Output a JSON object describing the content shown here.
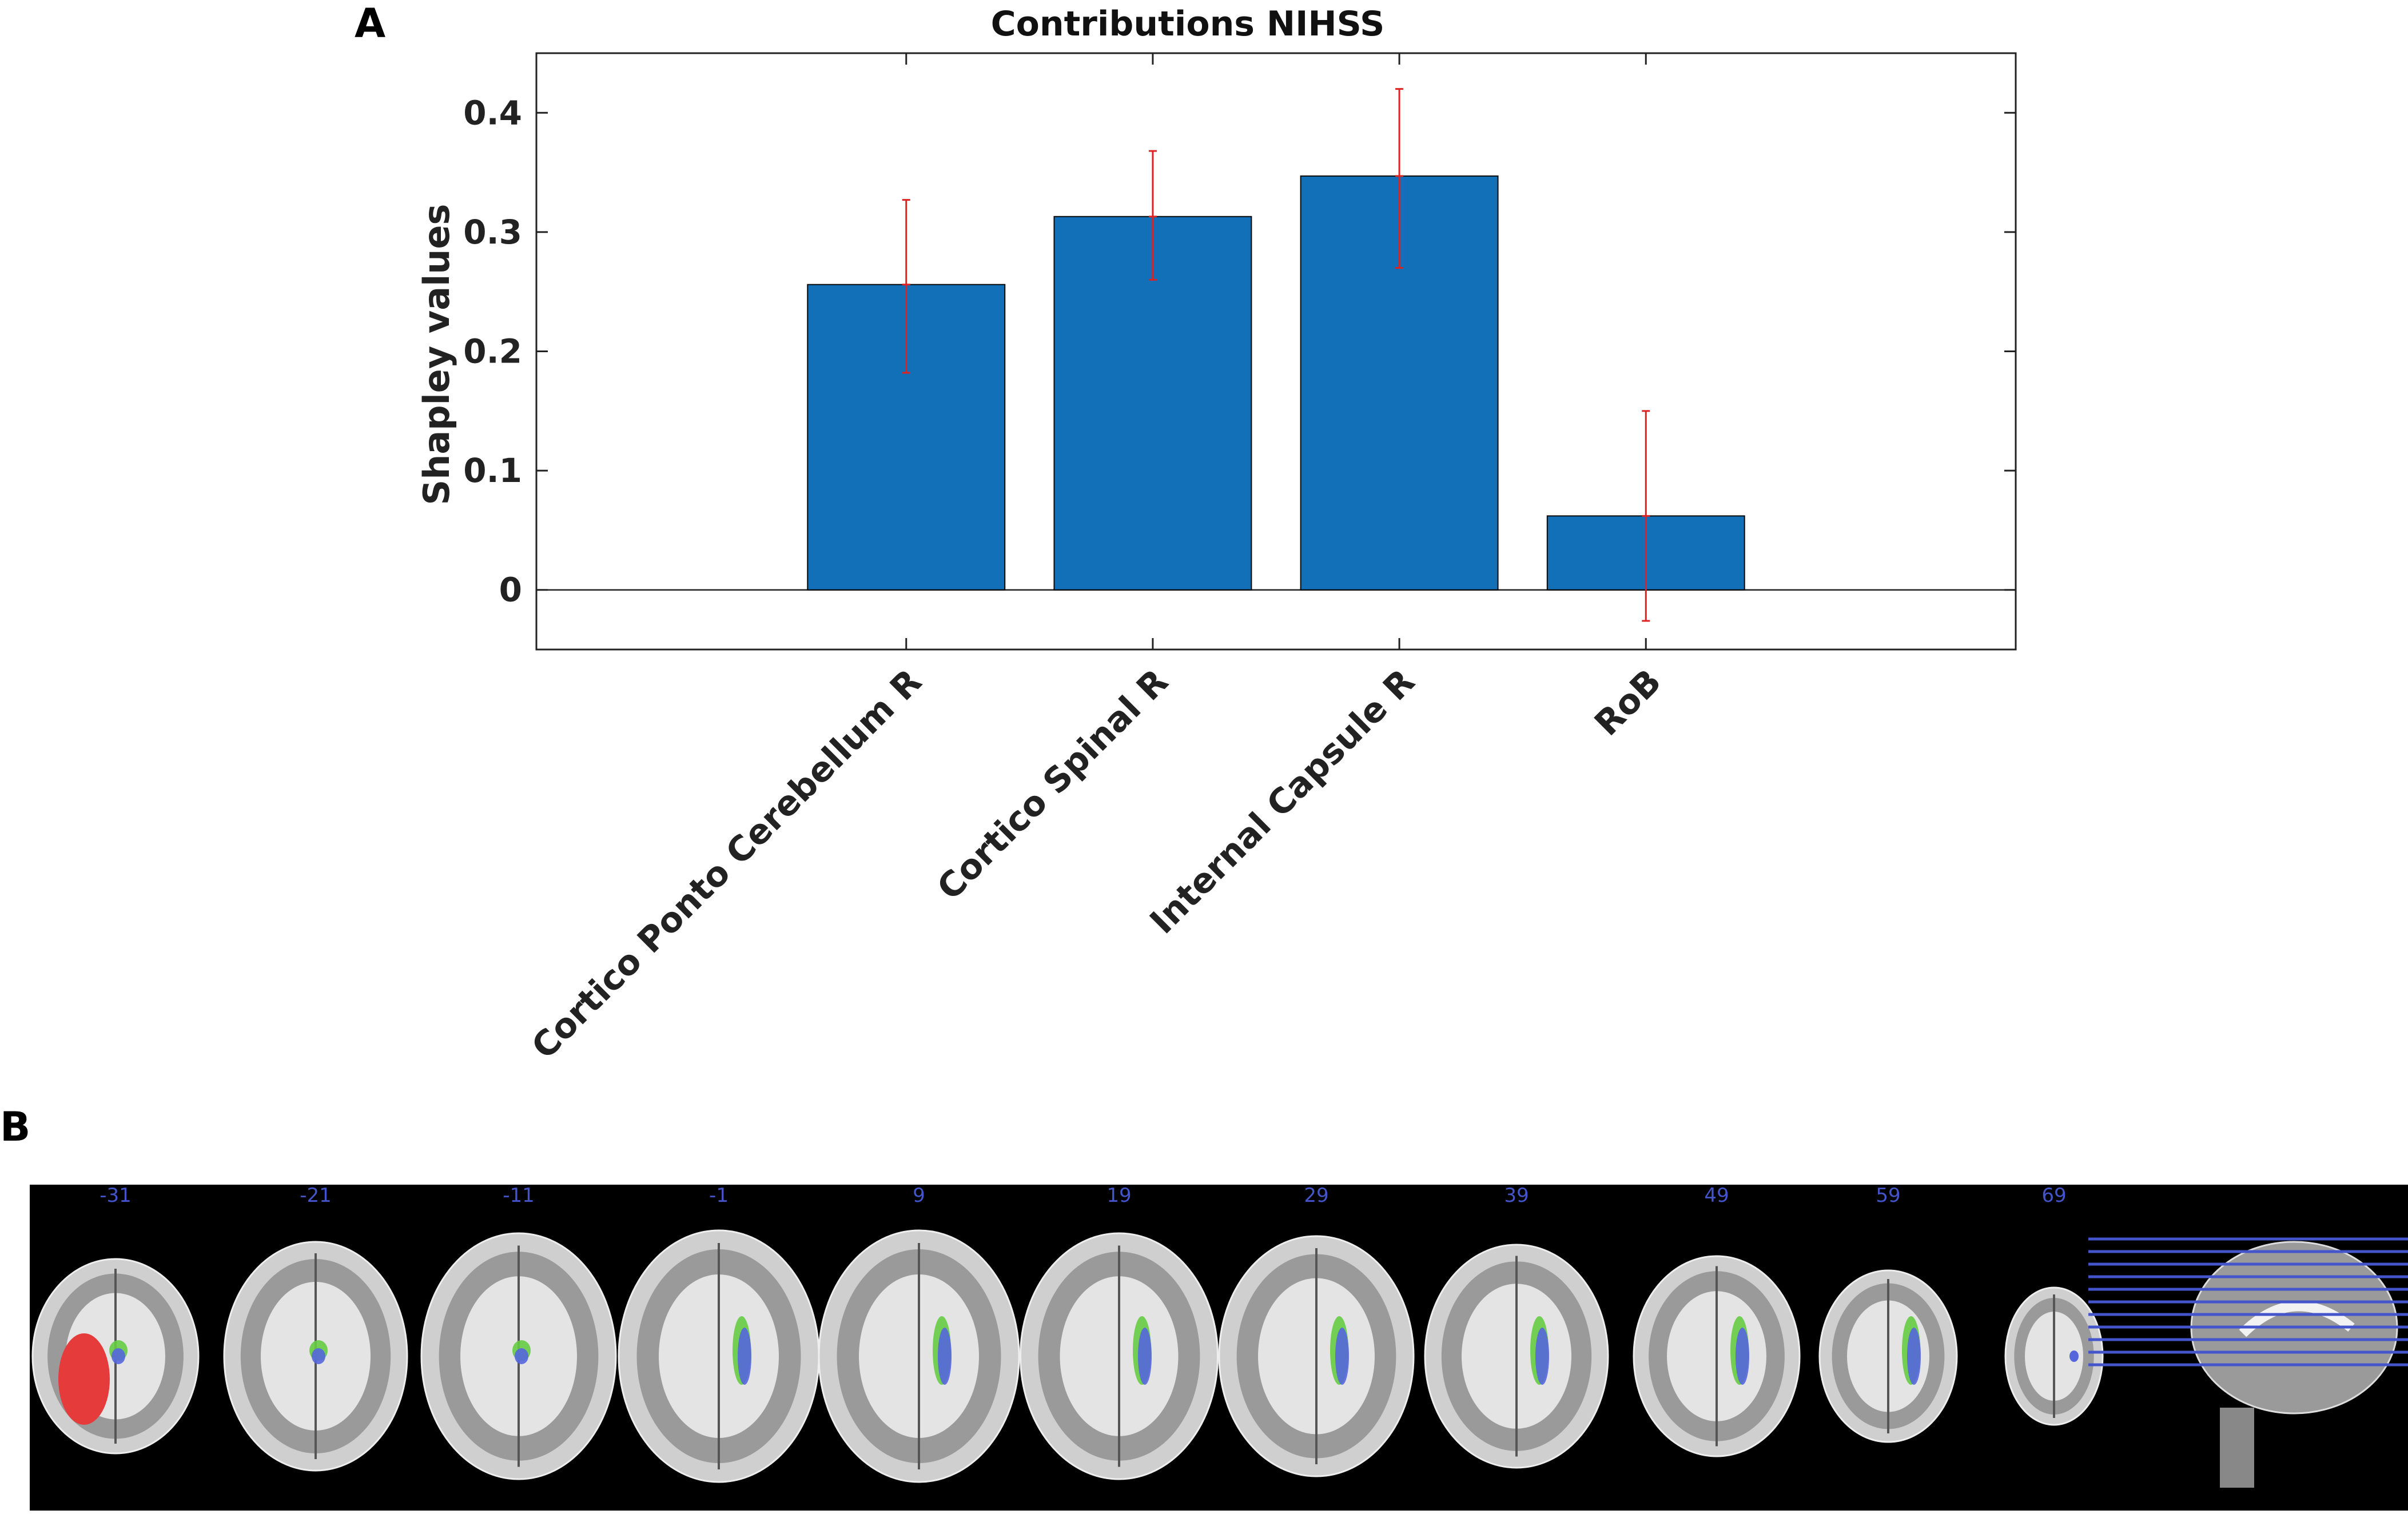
{
  "panels": {
    "a_label": "A",
    "b_label": "B"
  },
  "chart_data": {
    "type": "bar",
    "title": "Contributions NIHSS",
    "xlabel": "",
    "ylabel": "Shapley values",
    "categories": [
      "Cortico Ponto Cerebellum R",
      "Cortico Spinal R",
      "Internal Capsule R",
      "RoB"
    ],
    "values": [
      0.256,
      0.313,
      0.347,
      0.062
    ],
    "error_low": [
      0.182,
      0.26,
      0.27,
      -0.026
    ],
    "error_high": [
      0.327,
      0.368,
      0.42,
      0.15
    ],
    "ylim": [
      -0.05,
      0.45
    ],
    "yticks": [
      0,
      0.1,
      0.2,
      0.3,
      0.4
    ],
    "ytick_labels": [
      "0",
      "0.1",
      "0.2",
      "0.3",
      "0.4"
    ],
    "grid": false,
    "bar_color": "#1170b8",
    "error_color": "#dd2222"
  },
  "mri": {
    "slice_labels": [
      "-31",
      "-21",
      "-11",
      "-1",
      "9",
      "19",
      "29",
      "39",
      "49",
      "59",
      "69"
    ],
    "label_color": "#4455cc",
    "overlay_colors": {
      "red": "#e53b3b",
      "green": "#66cc44",
      "blue": "#5566dd"
    }
  }
}
